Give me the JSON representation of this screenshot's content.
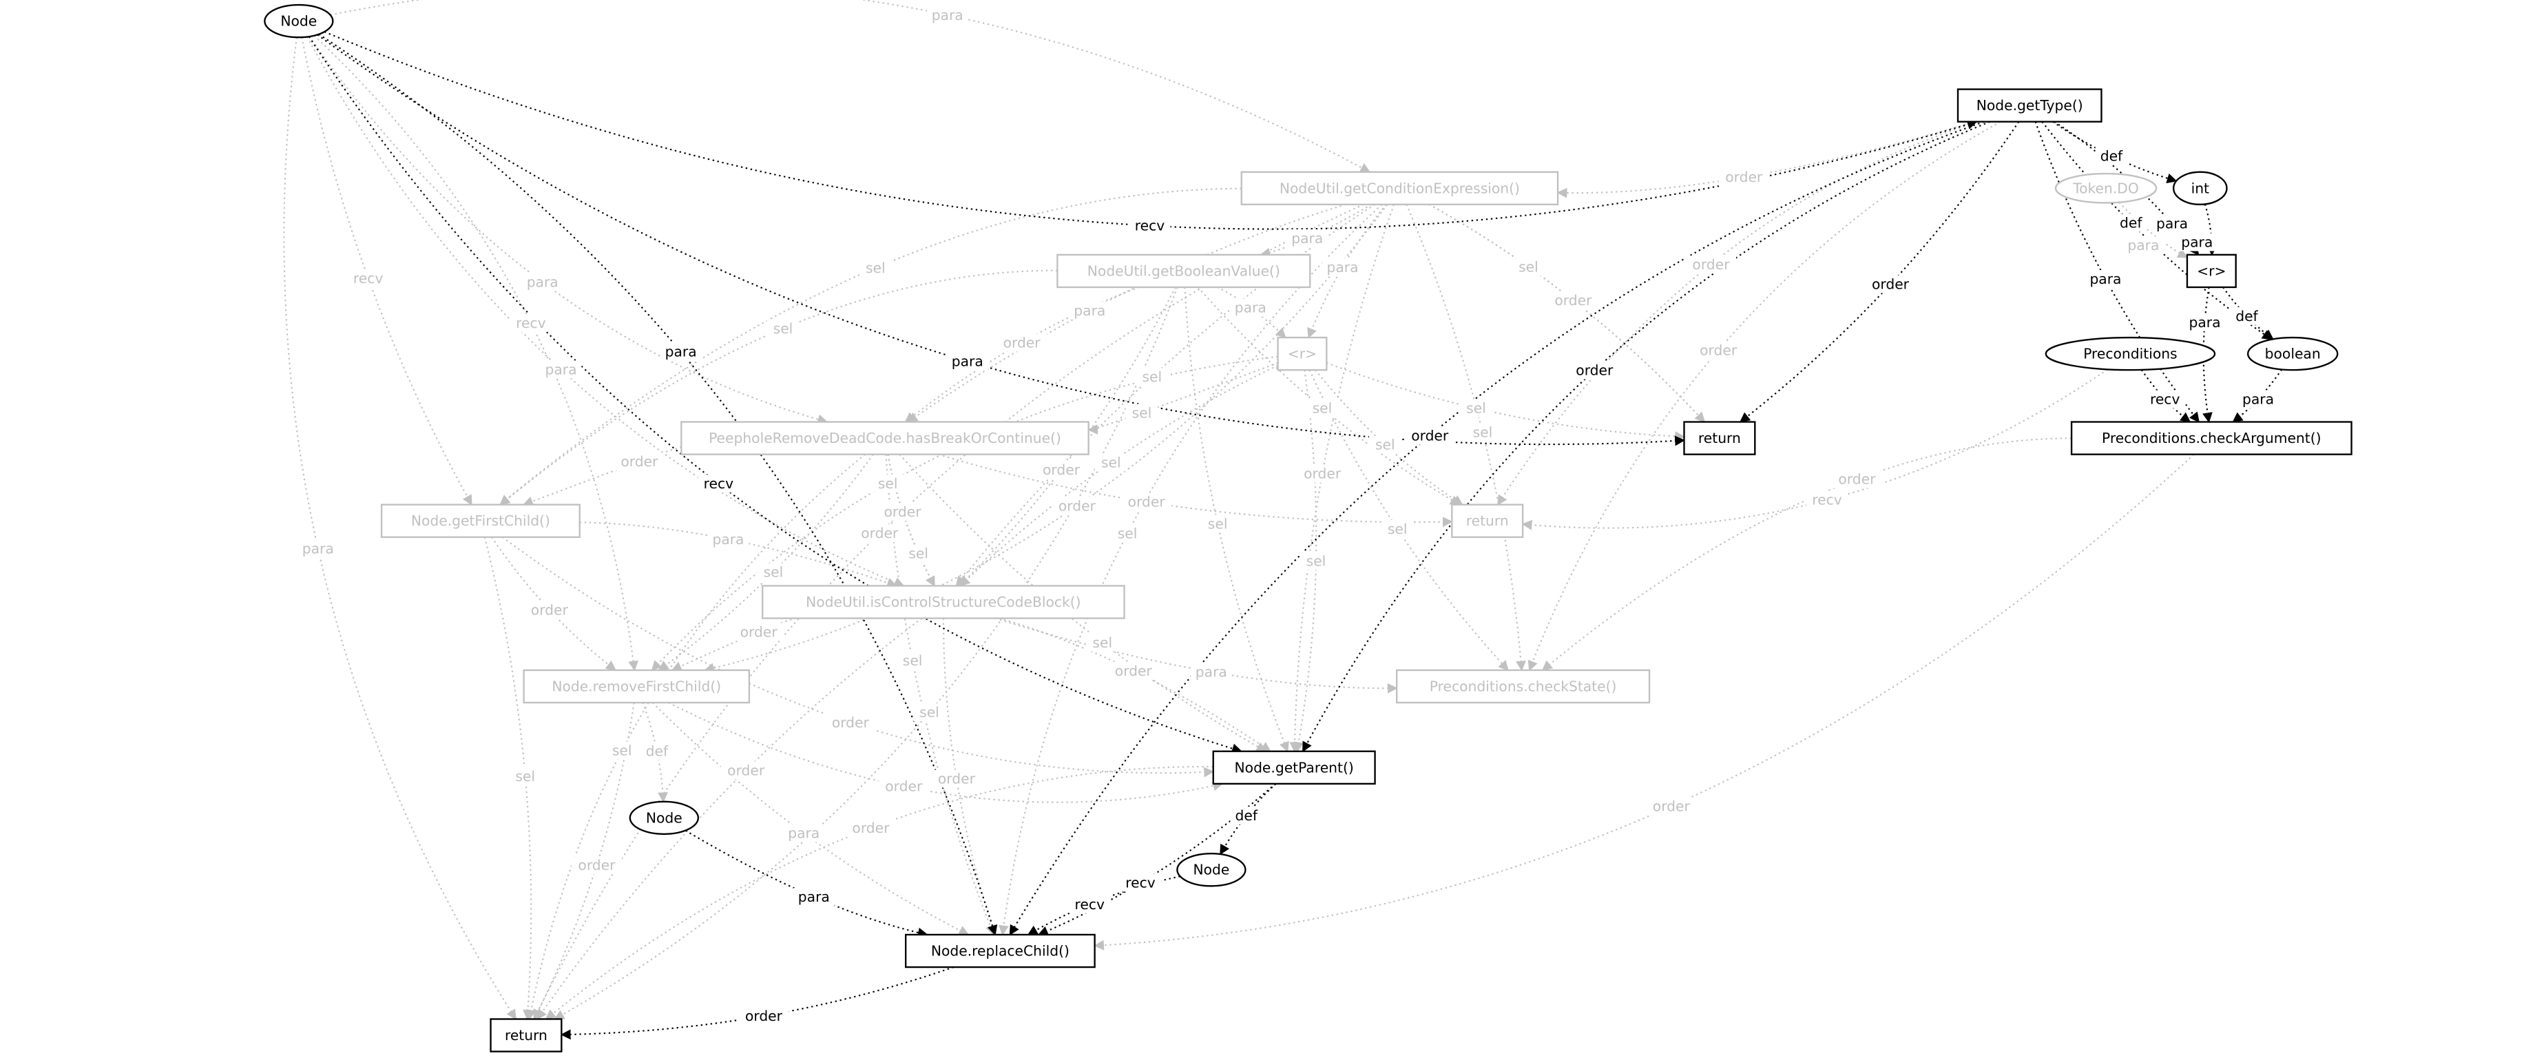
{
  "colors": {
    "active": "#000000",
    "inactive": "#c0c0c0",
    "background": "#ffffff"
  },
  "nodes": [
    {
      "id": "node_top",
      "label": "Node",
      "shape": "ellipse",
      "active": true
    },
    {
      "id": "getType",
      "label": "Node.getType()",
      "shape": "box",
      "active": true
    },
    {
      "id": "getCond",
      "label": "NodeUtil.getConditionExpression()",
      "shape": "box",
      "active": false
    },
    {
      "id": "tokenDO",
      "label": "Token.DO",
      "shape": "ellipse",
      "active": false
    },
    {
      "id": "int",
      "label": "int",
      "shape": "ellipse",
      "active": true
    },
    {
      "id": "getBool",
      "label": "NodeUtil.getBooleanValue()",
      "shape": "box",
      "active": false
    },
    {
      "id": "r1",
      "label": "<r>",
      "shape": "box",
      "active": false
    },
    {
      "id": "r2",
      "label": "<r>",
      "shape": "box",
      "active": true
    },
    {
      "id": "precond",
      "label": "Preconditions",
      "shape": "ellipse",
      "active": true
    },
    {
      "id": "boolean",
      "label": "boolean",
      "shape": "ellipse",
      "active": true
    },
    {
      "id": "ret1",
      "label": "return",
      "shape": "box",
      "active": true
    },
    {
      "id": "checkArg",
      "label": "Preconditions.checkArgument()",
      "shape": "box",
      "active": true
    },
    {
      "id": "hasBreak",
      "label": "PeepholeRemoveDeadCode.hasBreakOrContinue()",
      "shape": "box",
      "active": false
    },
    {
      "id": "getFirstChild",
      "label": "Node.getFirstChild()",
      "shape": "box",
      "active": false
    },
    {
      "id": "ret2",
      "label": "return",
      "shape": "box",
      "active": false
    },
    {
      "id": "isCtrl",
      "label": "NodeUtil.isControlStructureCodeBlock()",
      "shape": "box",
      "active": false
    },
    {
      "id": "removeFirstChild",
      "label": "Node.removeFirstChild()",
      "shape": "box",
      "active": false
    },
    {
      "id": "checkState",
      "label": "Preconditions.checkState()",
      "shape": "box",
      "active": false
    },
    {
      "id": "getParent",
      "label": "Node.getParent()",
      "shape": "box",
      "active": true
    },
    {
      "id": "node2",
      "label": "Node",
      "shape": "ellipse",
      "active": true
    },
    {
      "id": "node3",
      "label": "Node",
      "shape": "ellipse",
      "active": true
    },
    {
      "id": "replaceChild",
      "label": "Node.replaceChild()",
      "shape": "box",
      "active": true
    },
    {
      "id": "ret3",
      "label": "return",
      "shape": "box",
      "active": true
    }
  ],
  "edges": [
    {
      "from": "node_top",
      "to": "getCond",
      "label": "para",
      "active": false
    },
    {
      "from": "node_top",
      "to": "hasBreak",
      "label": "para",
      "active": false
    },
    {
      "from": "node_top",
      "to": "getFirstChild",
      "label": "recv",
      "active": false
    },
    {
      "from": "node_top",
      "to": "removeFirstChild",
      "label": "recv",
      "active": false
    },
    {
      "from": "node_top",
      "to": "ret3",
      "label": "para",
      "active": false
    },
    {
      "from": "node_top",
      "to": "isCtrl",
      "label": "para",
      "active": false
    },
    {
      "from": "getType",
      "to": "getCond",
      "label": "order",
      "active": false
    },
    {
      "from": "getType",
      "to": "ret2",
      "label": "order",
      "active": false
    },
    {
      "from": "getType",
      "to": "checkState",
      "label": "order",
      "active": false
    },
    {
      "from": "getCond",
      "to": "getBool",
      "label": "para",
      "active": false
    },
    {
      "from": "getCond",
      "to": "r1",
      "label": "para",
      "active": false
    },
    {
      "from": "getCond",
      "to": "hasBreak",
      "label": "para",
      "active": false
    },
    {
      "from": "getCond",
      "to": "ret1",
      "label": "order",
      "active": false
    },
    {
      "from": "getCond",
      "to": "ret1",
      "label": "sel",
      "active": false
    },
    {
      "from": "getCond",
      "to": "getFirstChild",
      "label": "sel",
      "active": false
    },
    {
      "from": "getCond",
      "to": "removeFirstChild",
      "label": "order",
      "active": false
    },
    {
      "from": "getCond",
      "to": "isCtrl",
      "label": "sel",
      "active": false
    },
    {
      "from": "getCond",
      "to": "getParent",
      "label": "order",
      "active": false
    },
    {
      "from": "getCond",
      "to": "checkState",
      "label": "sel",
      "active": false
    },
    {
      "from": "getCond",
      "to": "ret3",
      "label": "order",
      "active": false
    },
    {
      "from": "getCond",
      "to": "replaceChild",
      "label": "sel",
      "active": false
    },
    {
      "from": "getBool",
      "to": "r1",
      "label": "para",
      "active": false
    },
    {
      "from": "getBool",
      "to": "hasBreak",
      "label": "order",
      "active": false
    },
    {
      "from": "getBool",
      "to": "getFirstChild",
      "label": "sel",
      "active": false
    },
    {
      "from": "getBool",
      "to": "isCtrl",
      "label": "order",
      "active": false
    },
    {
      "from": "getBool",
      "to": "ret2",
      "label": "sel",
      "active": false
    },
    {
      "from": "getBool",
      "to": "getParent",
      "label": "sel",
      "active": false
    },
    {
      "from": "getBool",
      "to": "ret3",
      "label": "sel",
      "active": false
    },
    {
      "from": "r1",
      "to": "ret1",
      "label": "sel",
      "active": false
    },
    {
      "from": "r1",
      "to": "ret2",
      "label": "sel",
      "active": false
    },
    {
      "from": "r1",
      "to": "hasBreak",
      "label": "sel",
      "active": false
    },
    {
      "from": "r1",
      "to": "isCtrl",
      "label": "sel",
      "active": false
    },
    {
      "from": "r1",
      "to": "checkState",
      "label": "sel",
      "active": false
    },
    {
      "from": "r1",
      "to": "getParent",
      "label": "sel",
      "active": false
    },
    {
      "from": "r1",
      "to": "removeFirstChild",
      "label": "sel",
      "active": false
    },
    {
      "from": "tokenDO",
      "to": "r2",
      "label": "para",
      "active": false
    },
    {
      "from": "precond",
      "to": "ret2",
      "label": "recv",
      "active": false
    },
    {
      "from": "hasBreak",
      "to": "getFirstChild",
      "label": "order",
      "active": false
    },
    {
      "from": "hasBreak",
      "to": "isCtrl",
      "label": "order",
      "active": false
    },
    {
      "from": "hasBreak",
      "to": "isCtrl",
      "label": "sel",
      "active": false
    },
    {
      "from": "hasBreak",
      "to": "ret2",
      "label": "order",
      "active": false
    },
    {
      "from": "hasBreak",
      "to": "getParent",
      "label": "sel",
      "active": false
    },
    {
      "from": "hasBreak",
      "to": "removeFirstChild",
      "label": "sel",
      "active": false
    },
    {
      "from": "hasBreak",
      "to": "replaceChild",
      "label": "sel",
      "active": false
    },
    {
      "from": "hasBreak",
      "to": "ret3",
      "label": "sel",
      "active": false
    },
    {
      "from": "getFirstChild",
      "to": "isCtrl",
      "label": "para",
      "active": false
    },
    {
      "from": "getFirstChild",
      "to": "removeFirstChild",
      "label": "order",
      "active": false
    },
    {
      "from": "getFirstChild",
      "to": "getParent",
      "label": "order",
      "active": false
    },
    {
      "from": "getFirstChild",
      "to": "ret3",
      "label": "sel",
      "active": false
    },
    {
      "from": "isCtrl",
      "to": "removeFirstChild",
      "label": "order",
      "active": false
    },
    {
      "from": "isCtrl",
      "to": "checkState",
      "label": "para",
      "active": false
    },
    {
      "from": "isCtrl",
      "to": "getParent",
      "label": "order",
      "active": false
    },
    {
      "from": "isCtrl",
      "to": "replaceChild",
      "label": "order",
      "active": false
    },
    {
      "from": "isCtrl",
      "to": "ret3",
      "label": "order",
      "active": false
    },
    {
      "from": "removeFirstChild",
      "to": "node2",
      "label": "def",
      "active": false
    },
    {
      "from": "removeFirstChild",
      "to": "getParent",
      "label": "order",
      "active": false
    },
    {
      "from": "removeFirstChild",
      "to": "replaceChild",
      "label": "para",
      "active": false
    },
    {
      "from": "removeFirstChild",
      "to": "ret3",
      "label": "order",
      "active": false
    },
    {
      "from": "getParent",
      "to": "ret3",
      "label": "order",
      "active": false
    },
    {
      "from": "checkArg",
      "to": "checkState",
      "label": "order",
      "active": false
    },
    {
      "from": "checkArg",
      "to": "replaceChild",
      "label": "order",
      "active": false
    },
    {
      "from": "node_top",
      "to": "getType",
      "label": "recv",
      "active": true
    },
    {
      "from": "node_top",
      "to": "ret1",
      "label": "para",
      "active": true
    },
    {
      "from": "node_top",
      "to": "replaceChild",
      "label": "para",
      "active": true
    },
    {
      "from": "node_top",
      "to": "getParent",
      "label": "recv",
      "active": true
    },
    {
      "from": "getType",
      "to": "int",
      "label": "def",
      "active": true
    },
    {
      "from": "getType",
      "to": "r2",
      "label": "para",
      "active": true
    },
    {
      "from": "getType",
      "to": "boolean",
      "label": "def",
      "active": true
    },
    {
      "from": "getType",
      "to": "checkArg",
      "label": "para",
      "active": true
    },
    {
      "from": "getType",
      "to": "ret1",
      "label": "order",
      "active": true
    },
    {
      "from": "getType",
      "to": "getParent",
      "label": "order",
      "active": true
    },
    {
      "from": "getType",
      "to": "replaceChild",
      "label": "order",
      "active": true
    },
    {
      "from": "int",
      "to": "r2",
      "label": "para",
      "active": true
    },
    {
      "from": "r2",
      "to": "boolean",
      "label": "def",
      "active": true
    },
    {
      "from": "r2",
      "to": "checkArg",
      "label": "para",
      "active": true
    },
    {
      "from": "boolean",
      "to": "checkArg",
      "label": "para",
      "active": true
    },
    {
      "from": "precond",
      "to": "checkArg",
      "label": "recv",
      "active": true
    },
    {
      "from": "getParent",
      "to": "node3",
      "label": "def",
      "active": true
    },
    {
      "from": "getParent",
      "to": "replaceChild",
      "label": "recv",
      "active": true
    },
    {
      "from": "node3",
      "to": "replaceChild",
      "label": "recv",
      "active": true
    },
    {
      "from": "node2",
      "to": "replaceChild",
      "label": "para",
      "active": true
    },
    {
      "from": "replaceChild",
      "to": "ret3",
      "label": "order",
      "active": true
    }
  ]
}
